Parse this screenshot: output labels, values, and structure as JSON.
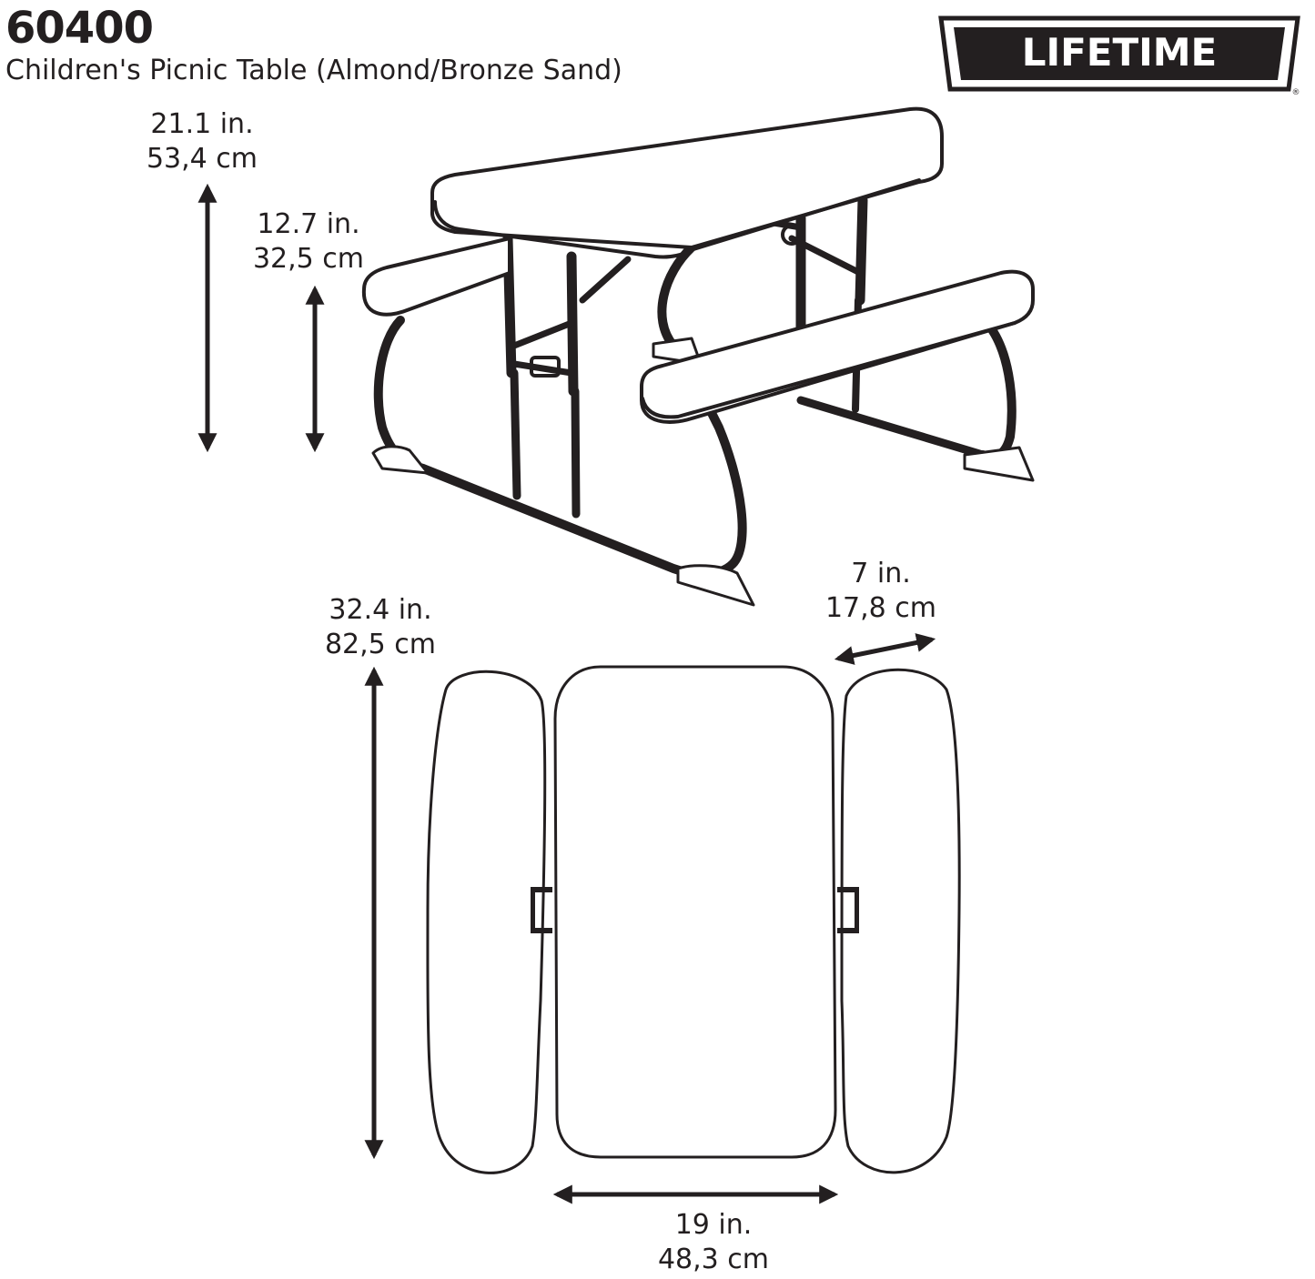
{
  "header": {
    "model_number": "60400",
    "product_name": "Children's Picnic Table (Almond/Bronze Sand)"
  },
  "logo": {
    "brand": "LIFETIME",
    "registered_mark": "®"
  },
  "dimensions": {
    "table_height": {
      "imperial": "21.1 in.",
      "metric": "53,4 cm"
    },
    "bench_height": {
      "imperial": "12.7 in.",
      "metric": "32,5 cm"
    },
    "table_length": {
      "imperial": "32.4 in.",
      "metric": "82,5 cm"
    },
    "bench_width": {
      "imperial": "7 in.",
      "metric": "17,8 cm"
    },
    "table_width": {
      "imperial": "19 in.",
      "metric": "48,3 cm"
    }
  },
  "colors": {
    "line": "#231f20",
    "fill": "#ffffff"
  }
}
